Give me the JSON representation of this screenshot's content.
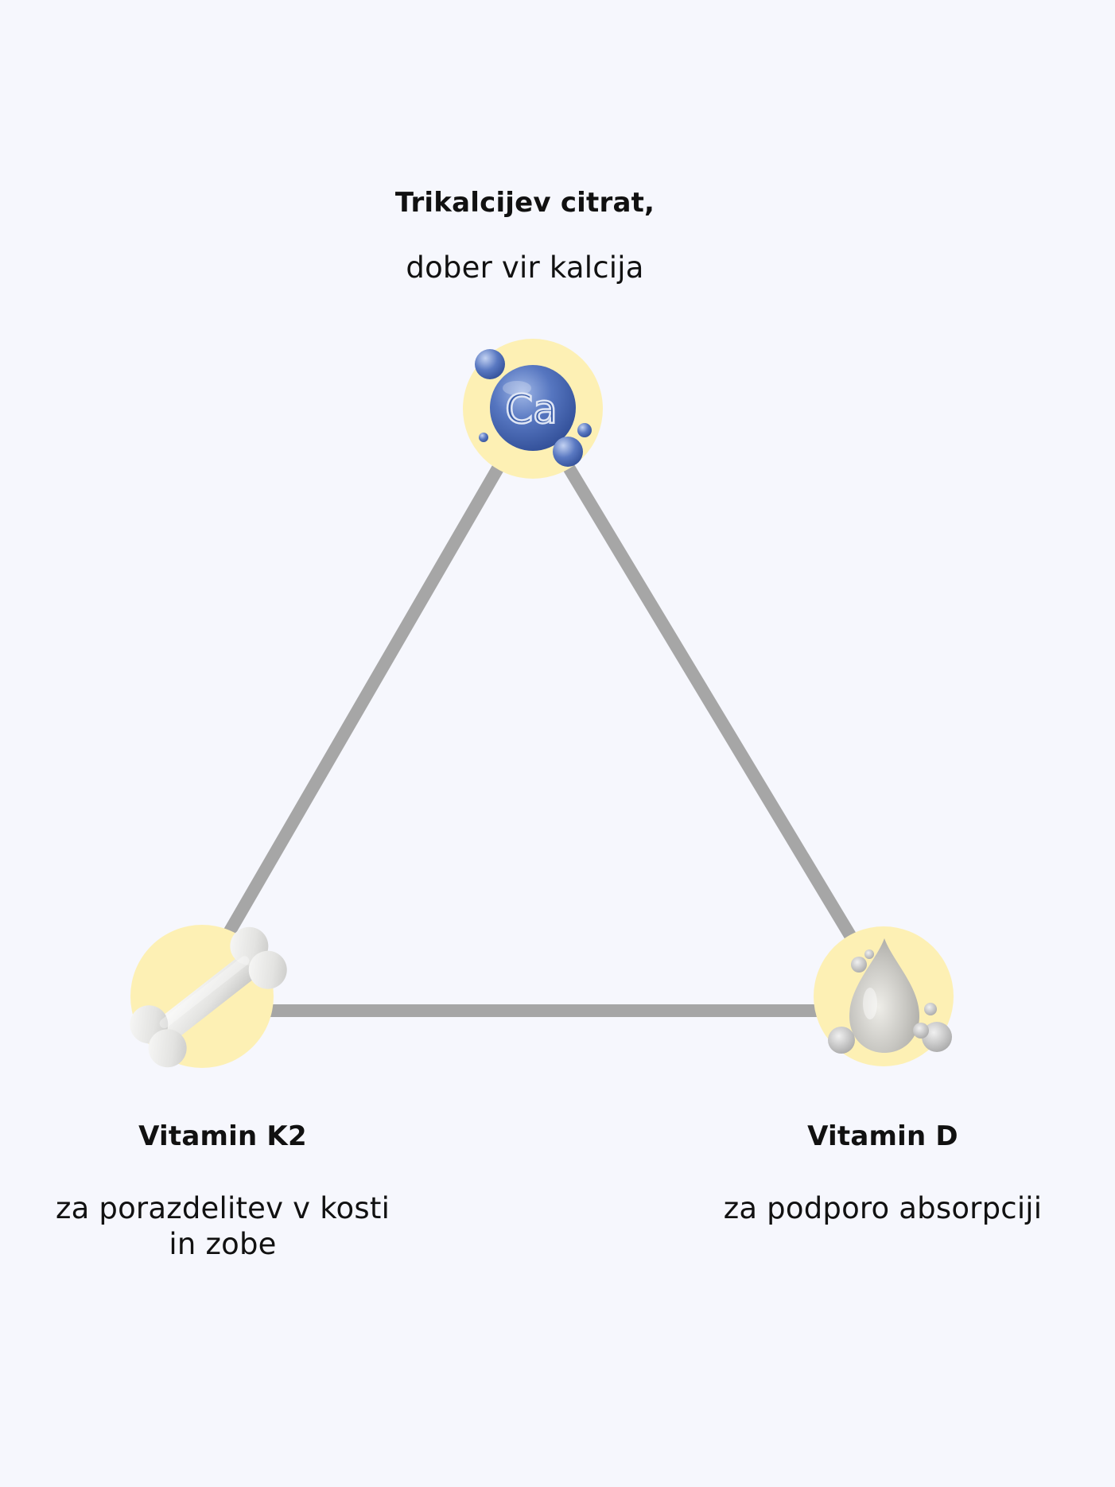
{
  "colors": {
    "background": "#f6f7fd",
    "edge": "#a6a6a6",
    "node_highlight": "#fdf0b4",
    "calcium_sphere": "#4d6fb8",
    "bone": "#e4e4e2",
    "drop": "#bcbcbc"
  },
  "nodes": {
    "calcium": {
      "icon": "calcium-ca-icon",
      "icon_text": "Ca",
      "title": "Trikalcijev citrat,",
      "description": "dober vir kalcija"
    },
    "vitamin_k2": {
      "icon": "bone-icon",
      "title": "Vitamin K2",
      "description": "za porazdelitev v kosti\nin zobe"
    },
    "vitamin_d": {
      "icon": "water-drop-icon",
      "title": "Vitamin D",
      "description": "za podporo absorpciji"
    }
  }
}
